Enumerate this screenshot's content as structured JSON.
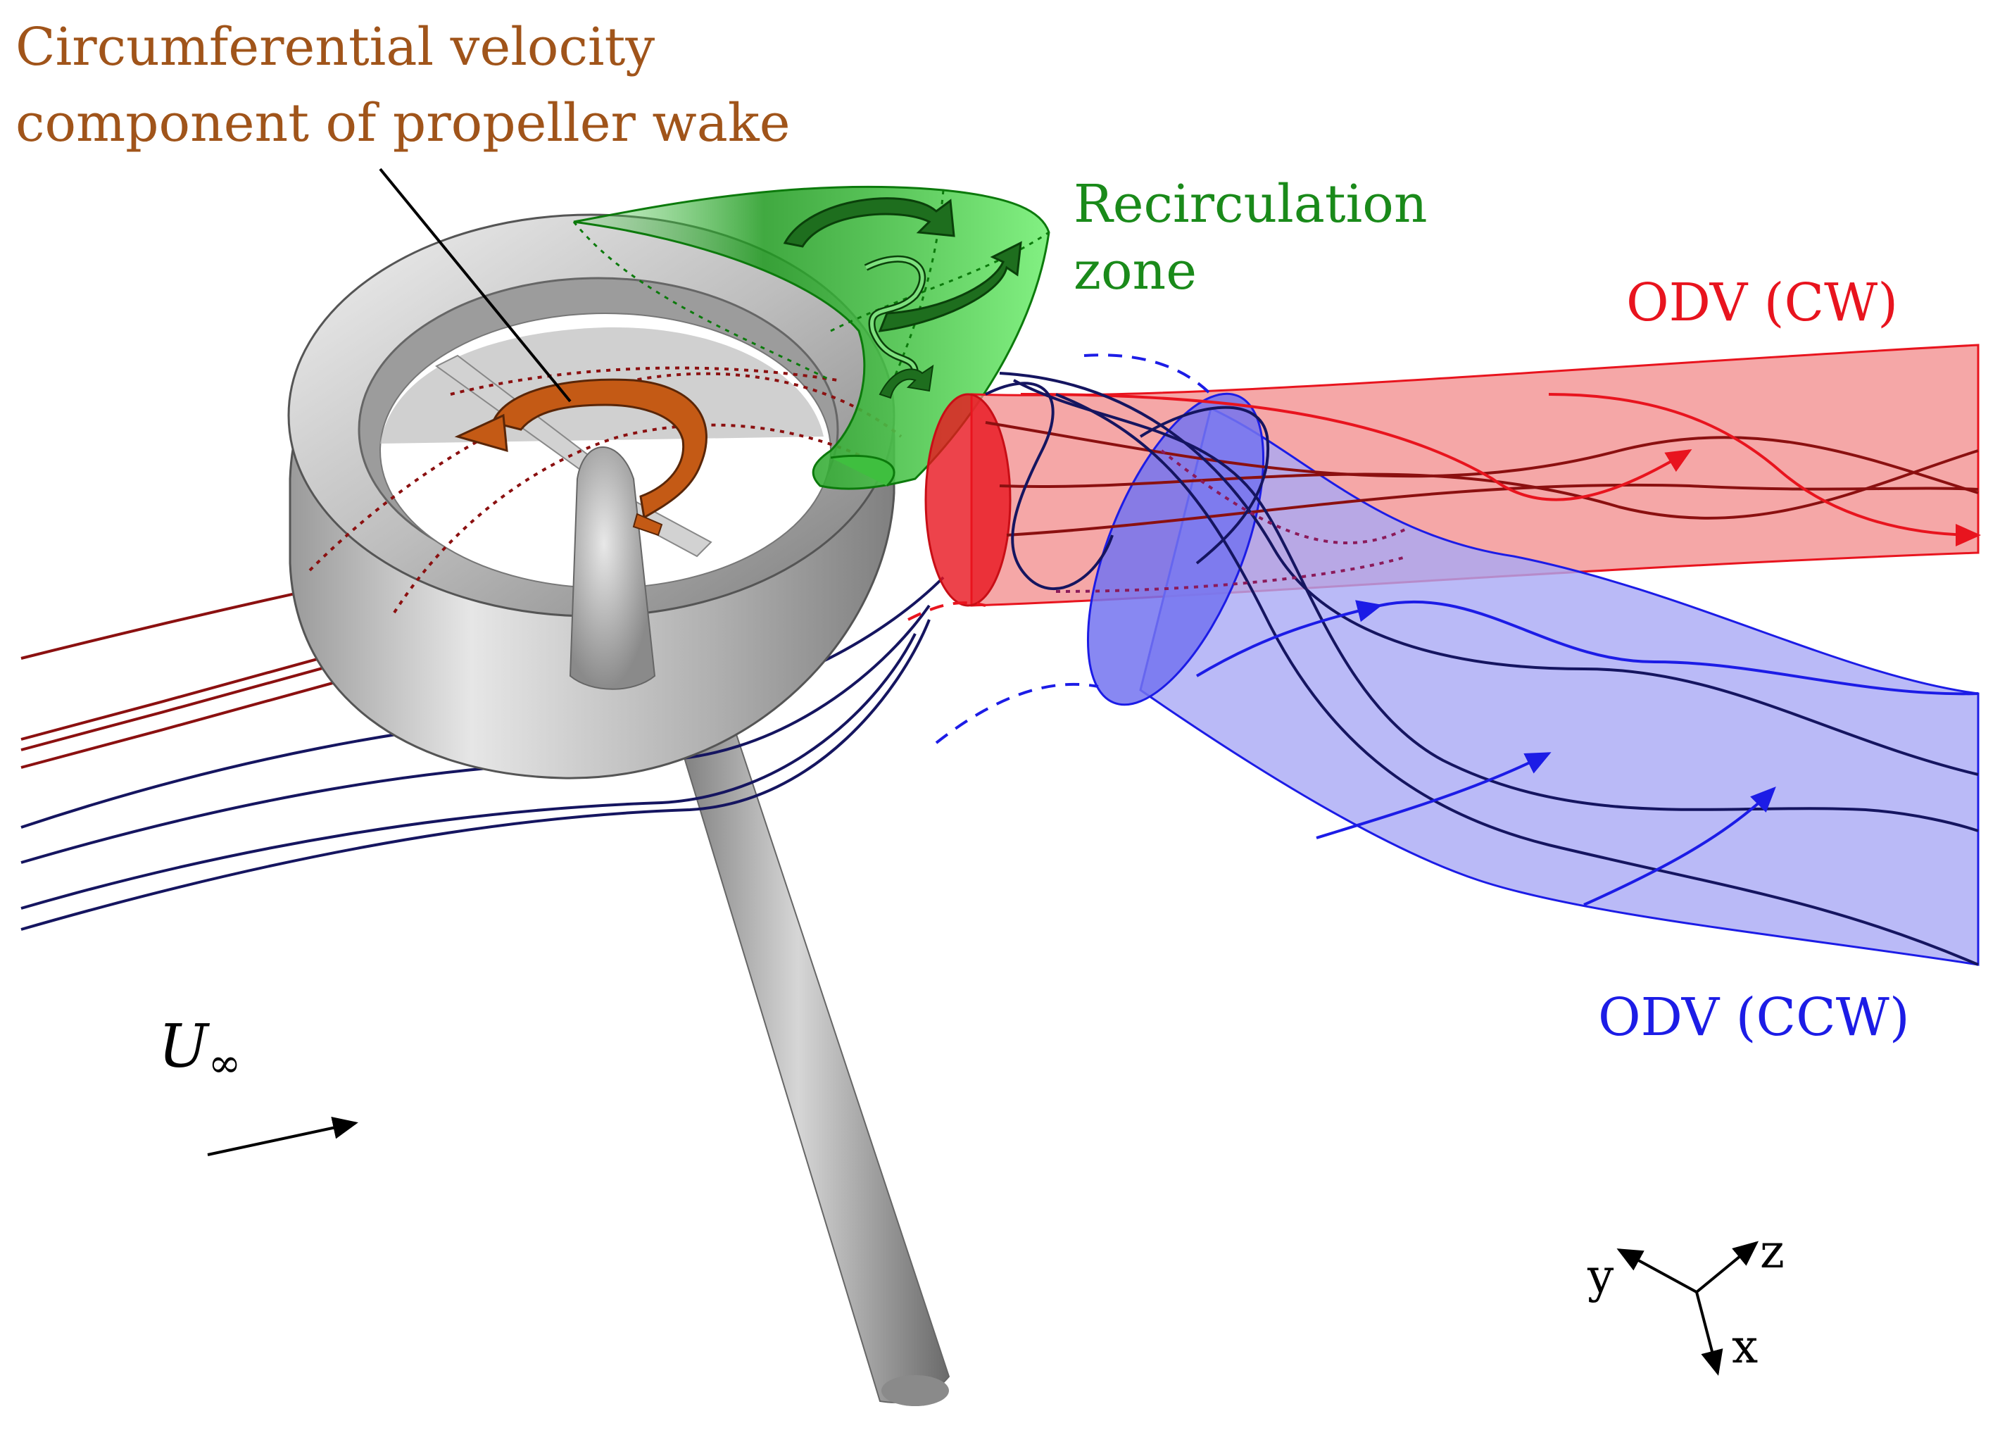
{
  "labels": {
    "propeller_wake_line1": "Circumferential velocity",
    "propeller_wake_line2": "component of propeller wake",
    "recirculation_line1": "Recirculation",
    "recirculation_line2": "zone",
    "odv_cw": "ODV (CW)",
    "odv_ccw": "ODV (CCW)",
    "freestream_symbol": "U",
    "freestream_subscript": "∞"
  },
  "axes": {
    "x": "x",
    "y": "y",
    "z": "z"
  },
  "colors": {
    "propeller_wake": "#a0541a",
    "recirculation": "#1a8a1a",
    "odv_cw": "#e8141e",
    "odv_ccw": "#1c1ce6",
    "streamline_red": "#8b1010",
    "streamline_blue": "#151560",
    "body_gray": "#b4b4b4"
  }
}
